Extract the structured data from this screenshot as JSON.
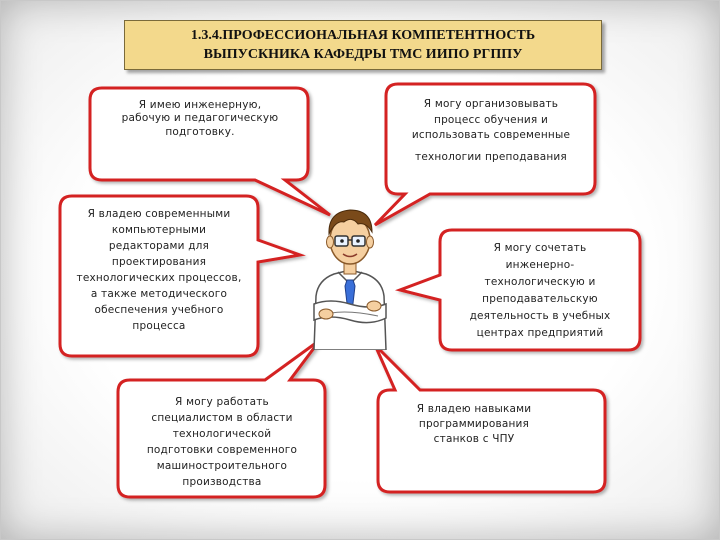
{
  "title": {
    "line1": "1.3.4.ПРОФЕССИОНАЛЬНАЯ КОМПЕТЕНТНОСТЬ",
    "line2": "ВЫПУСКНИКА КАФЕДРЫ ТМС ИИПО РГППУ"
  },
  "bubbles": {
    "engineering": [
      "Я имею инженерную,",
      "рабочую и педагогическую",
      "подготовку."
    ],
    "organize": [
      "Я могу организовывать",
      "процесс обучения  и",
      "использовать современные",
      "технологии  преподавания"
    ],
    "editors": [
      "Я владею современными",
      "компьютерными",
      "редакторами для",
      "проектирования",
      "технологических процессов,",
      "а также методического",
      "обеспечения учебного",
      "процесса"
    ],
    "combine": [
      "Я  могу сочетать",
      "инженерно-",
      "технологическую  и",
      "преподавательскую",
      "деятельность в учебных",
      "центрах предприятий"
    ],
    "specialist": [
      "Я могу работать",
      "специалистом  в области",
      "технологической",
      "подготовки современного",
      "машиностроительного",
      "производства"
    ],
    "cnc": [
      "Я  владею навыками",
      "программирования",
      "станков с ЧПУ"
    ]
  },
  "colors": {
    "title_fill": "#f3d98c",
    "bubble_stroke": "#d42020",
    "bubble_fill": "#ffffff",
    "shirt": "#ffffff",
    "tie": "#3a6fd8",
    "hair": "#7a4a1a",
    "skin": "#f5cfa0"
  }
}
